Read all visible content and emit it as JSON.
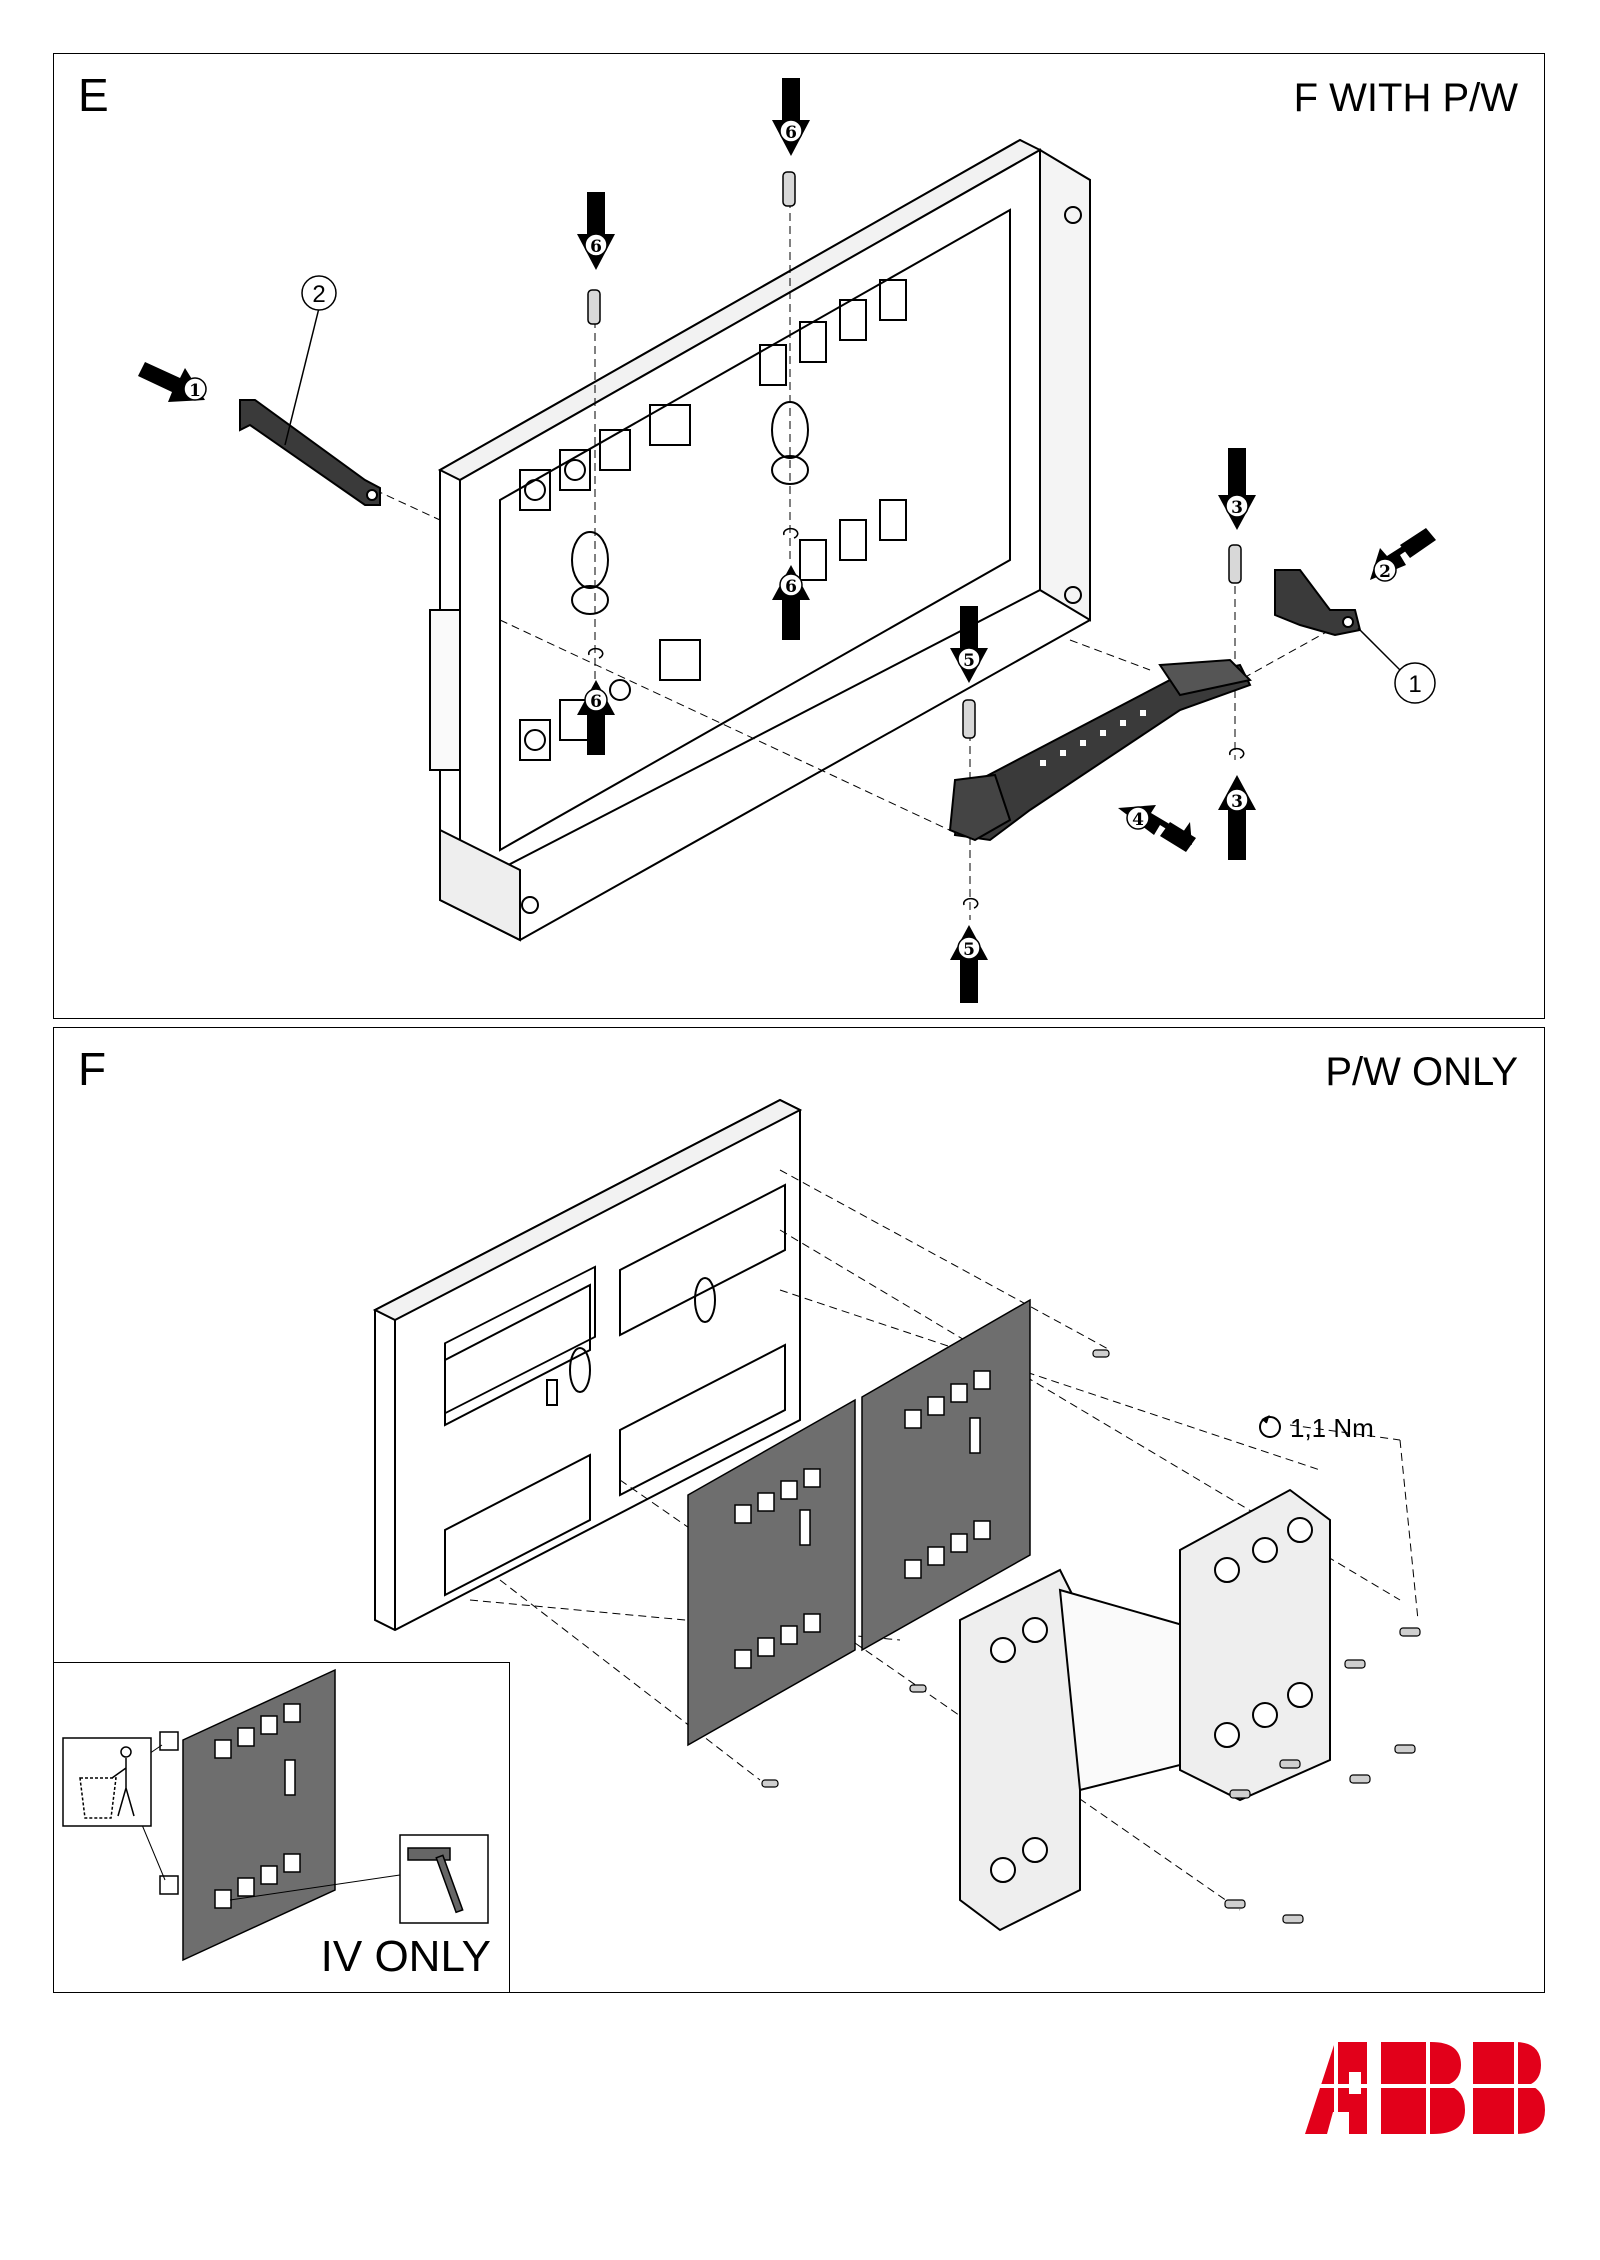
{
  "panels": [
    {
      "letter": "E",
      "title": "F WITH P/W"
    },
    {
      "letter": "F",
      "title": "P/W ONLY"
    }
  ],
  "inset": {
    "label": "IV ONLY"
  },
  "callouts": {
    "part_1": "1",
    "part_2": "2"
  },
  "steps": {
    "s1": "1",
    "s2": "2",
    "s3": "3",
    "s4": "4",
    "s5": "5",
    "s6": "6"
  },
  "torque": {
    "value": "1,1 Nm"
  },
  "logo": {
    "text": "ABB",
    "color": "#e2001a"
  },
  "colors": {
    "part_dark": "#3a3a3a",
    "plate_gray": "#6e6e6e",
    "line": "#000000"
  }
}
